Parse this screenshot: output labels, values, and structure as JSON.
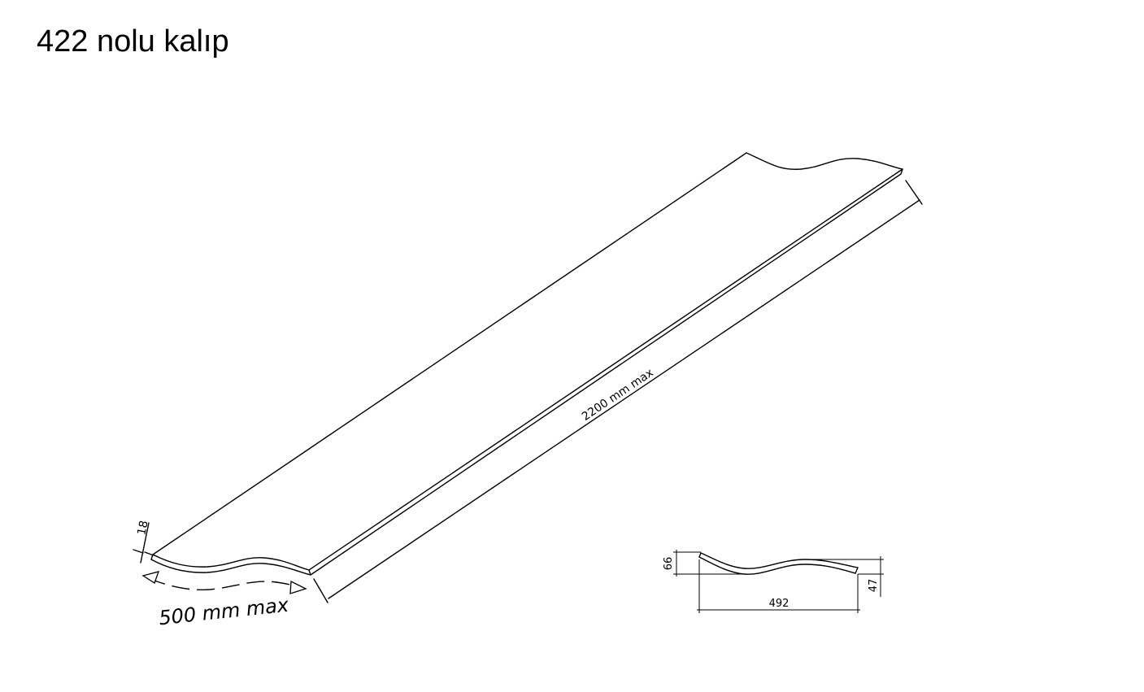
{
  "title": "422 nolu kalıp",
  "dimensions": {
    "length_label": "2200 mm max",
    "thickness_label": "18",
    "width_label": "500 mm max",
    "profile_width_label": "492",
    "profile_height_left_label": "66",
    "profile_height_right_label": "47"
  }
}
